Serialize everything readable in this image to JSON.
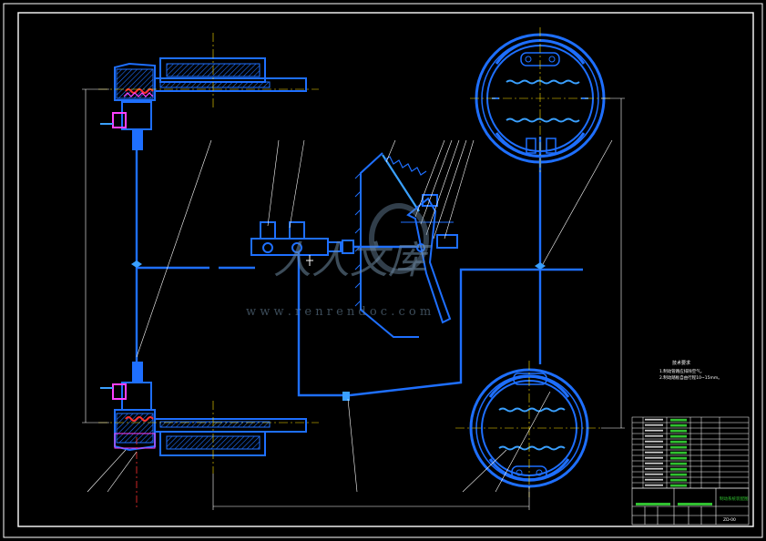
{
  "drawing": {
    "watermark_cn": "人人文库",
    "watermark_url": "w w w . r e n r e n d o c . c o m",
    "tech_req_title": "技术要求",
    "tech_req_line1": "1.制动管路应排除空气。",
    "tech_req_line2": "2.制动踏板自由行程10~15mm。",
    "title_block_name": "制动系统装配图",
    "title_block_code": "ZD-00"
  },
  "colors": {
    "background": "#000000",
    "border": "#ffffff",
    "part": "#1e6fff",
    "part_light": "#3aa0ff",
    "spring_red": "#ff3030",
    "magenta": "#ff40ff",
    "table_green": "#30c030",
    "centerline": "#ffe000"
  },
  "icons": {
    "disc_brake_top": "disc-brake-icon",
    "drum_brake": "drum-brake-icon",
    "master_cylinder": "master-cylinder-icon",
    "pedal": "pedal-icon"
  }
}
